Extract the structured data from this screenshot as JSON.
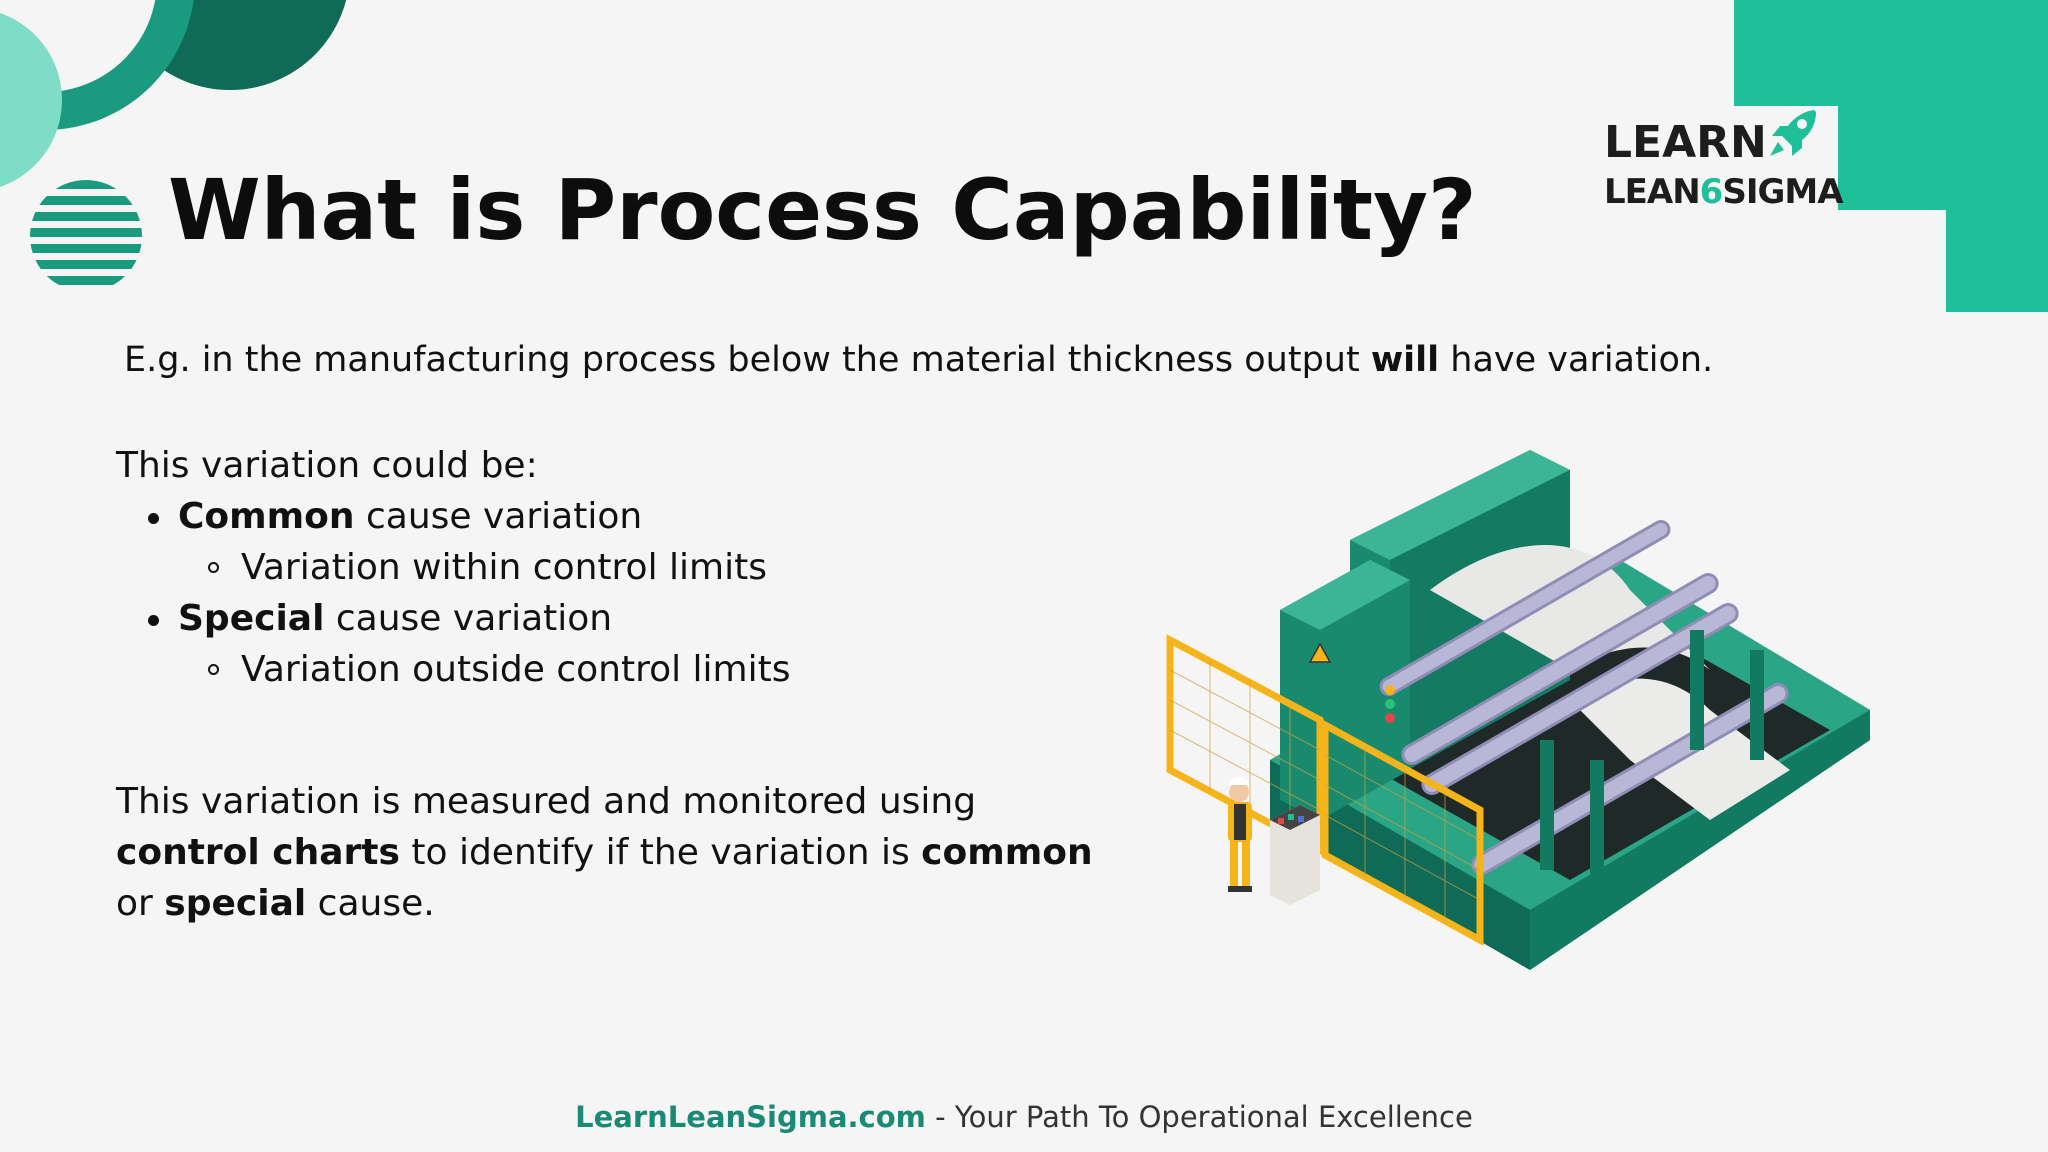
{
  "slide": {
    "title": "What is Process Capability?",
    "intro": {
      "prefix": "E.g. in the manufacturing process below the material thickness output ",
      "bold": "will",
      "suffix": " have variation."
    },
    "variation": {
      "lead": "This variation could be:",
      "items": [
        {
          "bold": "Common",
          "rest": " cause variation",
          "sub": "Variation within control limits"
        },
        {
          "bold": "Special",
          "rest": " cause variation",
          "sub": "Variation outside control limits"
        }
      ]
    },
    "paragraph": {
      "part1": "This variation is measured and monitored using ",
      "bold1": "control charts",
      "part2": " to identify if the variation is ",
      "bold2": "common",
      "part3": " or ",
      "bold3": "special",
      "part4": " cause."
    }
  },
  "logo": {
    "line1": "LEARN",
    "line2_a": "LEAN",
    "line2_six": "6",
    "line2_b": "SIGMA",
    "icon": "rocket-icon"
  },
  "footer": {
    "site": "LearnLeanSigma.com",
    "tagline": " - Your Path To Operational Excellence"
  },
  "illustration": {
    "icon": "factory-machine-illustration",
    "warning_sign": "warning-icon"
  },
  "colors": {
    "teal_dark": "#0f6b57",
    "teal": "#1a9b7f",
    "teal_light": "#1fbf9a",
    "mint": "#7fdcc7",
    "yellow": "#f4b41a",
    "background": "#f5f5f5"
  }
}
